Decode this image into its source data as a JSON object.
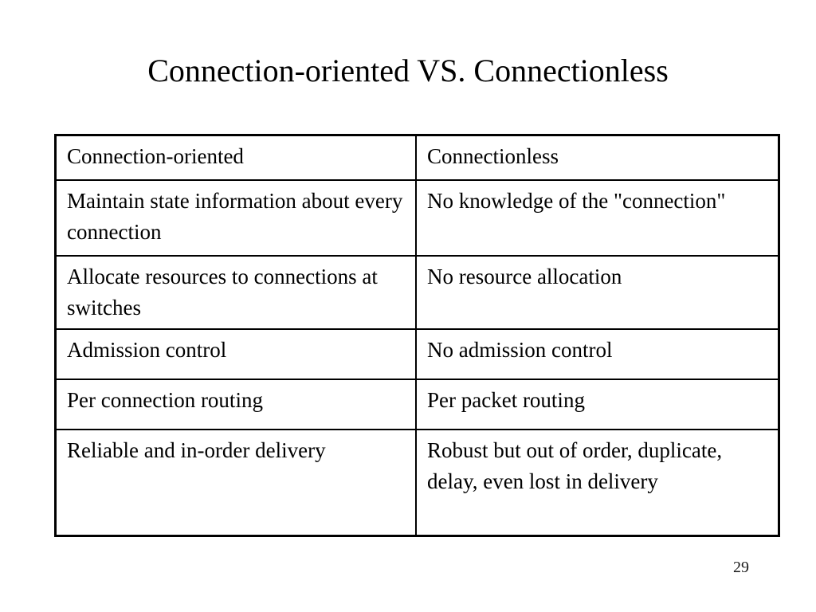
{
  "slide": {
    "title": "Connection-oriented VS. Connectionless",
    "page_number": "29",
    "background_color": "#ffffff",
    "text_color": "#000000",
    "border_color": "#000000"
  },
  "table": {
    "headers": {
      "left": "Connection-oriented",
      "right": "Connectionless"
    },
    "rows": [
      {
        "left": "Maintain state information about every connection",
        "right": "No knowledge of the \"connection\""
      },
      {
        "left": "Allocate resources to connections at switches",
        "right": "No resource allocation"
      },
      {
        "left": "Admission control",
        "right": "No admission control"
      },
      {
        "left": "Per connection routing",
        "right": "Per packet routing"
      },
      {
        "left": "Reliable and in-order delivery",
        "right": "Robust but out of order, duplicate, delay, even lost in delivery"
      }
    ]
  }
}
